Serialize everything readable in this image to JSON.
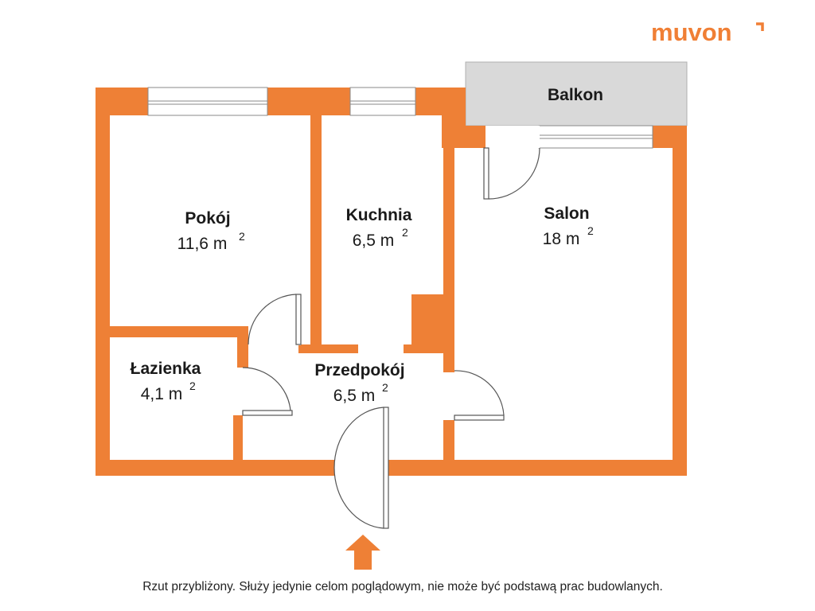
{
  "logo": {
    "text": "muvon"
  },
  "colors": {
    "wall": "#ee8036",
    "balcony": "#d9d9d9",
    "window": "#ffffff",
    "entrance_arrow": "#ee8036"
  },
  "balcony": {
    "label": "Balkon"
  },
  "rooms": [
    {
      "name": "Pokój",
      "area": "11,6 m",
      "unit_exp": "2"
    },
    {
      "name": "Kuchnia",
      "area": "6,5 m",
      "unit_exp": "2"
    },
    {
      "name": "Salon",
      "area": "18 m",
      "unit_exp": "2"
    },
    {
      "name": "Łazienka",
      "area": "4,1 m",
      "unit_exp": "2"
    },
    {
      "name": "Przedpokój",
      "area": "6,5 m",
      "unit_exp": "2"
    }
  ],
  "disclaimer": "Rzut przybliżony. Służy jedynie celom poglądowym, nie może być podstawą prac budowlanych."
}
